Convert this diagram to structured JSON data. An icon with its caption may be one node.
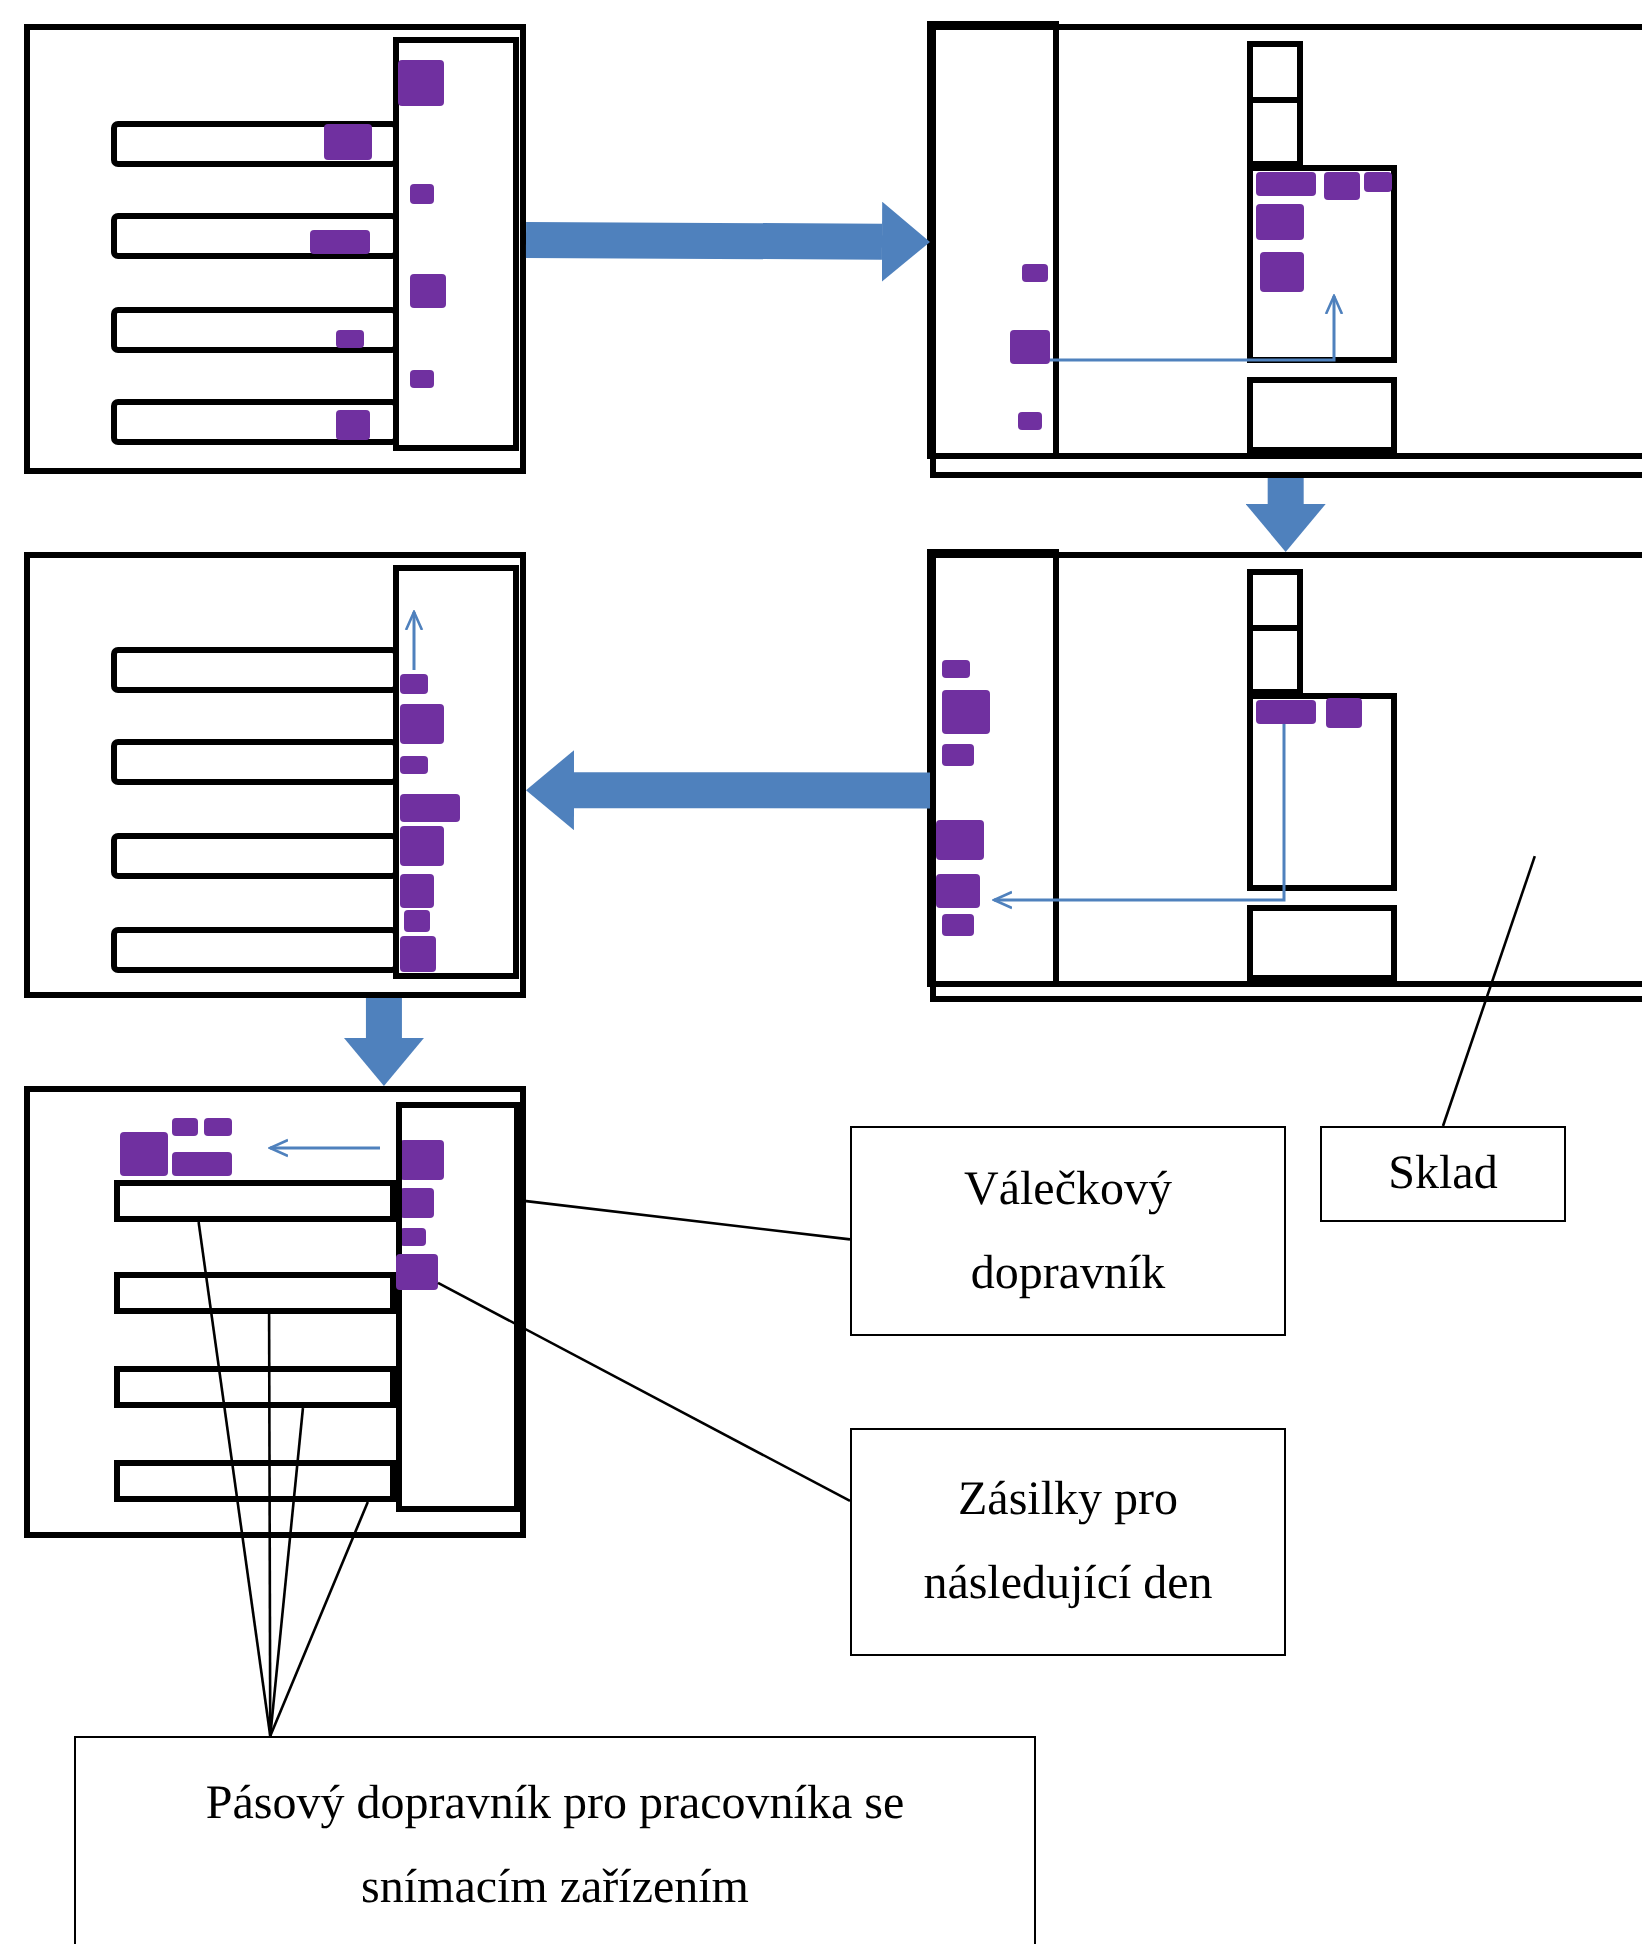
{
  "diagram": {
    "nodes": [
      {
        "text": [],
        "shape": "box"
      },
      {
        "text": [],
        "shape": "box"
      },
      {
        "text": [],
        "shape": "box"
      },
      {
        "text": [],
        "shape": "box"
      },
      {
        "text": [],
        "shape": "box"
      },
      {
        "text": [],
        "shape": "box",
        "in": 4
      },
      {
        "text": [],
        "shape": "box",
        "in": 5
      },
      {
        "text": [],
        "shape": "bar",
        "in": 4
      },
      {
        "text": [],
        "shape": "bar",
        "in": 4
      },
      {
        "text": [],
        "shape": "bar",
        "in": 4
      },
      {
        "text": [],
        "shape": "bar",
        "in": 4
      },
      {
        "text": [
          "Válečkový dopravník"
        ]
      },
      {
        "text": [
          "Sklad"
        ]
      },
      {
        "text": [
          "Zásilky pro následující den"
        ]
      },
      {
        "text": [
          "Pásový dopravník pro pracovníka se snímacím zařízením"
        ]
      }
    ],
    "edges": [
      {
        "from": 0,
        "to": 1,
        "arrow": "to",
        "style": "thick",
        "color": "#4f81bd"
      },
      {
        "from": 1,
        "to": 3,
        "arrow": "to",
        "style": "thick",
        "color": "#4f81bd"
      },
      {
        "from": 3,
        "to": 2,
        "arrow": "to",
        "style": "thick",
        "color": "#4f81bd"
      },
      {
        "from": 2,
        "to": 4,
        "arrow": "to",
        "style": "thick",
        "color": "#4f81bd"
      },
      {
        "from": 11,
        "to": 5,
        "arrow": "none"
      },
      {
        "from": 12,
        "to": 3,
        "arrow": "none"
      },
      {
        "from": 13,
        "to": 6,
        "arrow": "none"
      },
      {
        "from": 14,
        "to": 7,
        "arrow": "none"
      },
      {
        "from": 14,
        "to": 8,
        "arrow": "none"
      },
      {
        "from": 14,
        "to": 9,
        "arrow": "none"
      },
      {
        "from": 14,
        "to": 10,
        "arrow": "none"
      }
    ]
  }
}
